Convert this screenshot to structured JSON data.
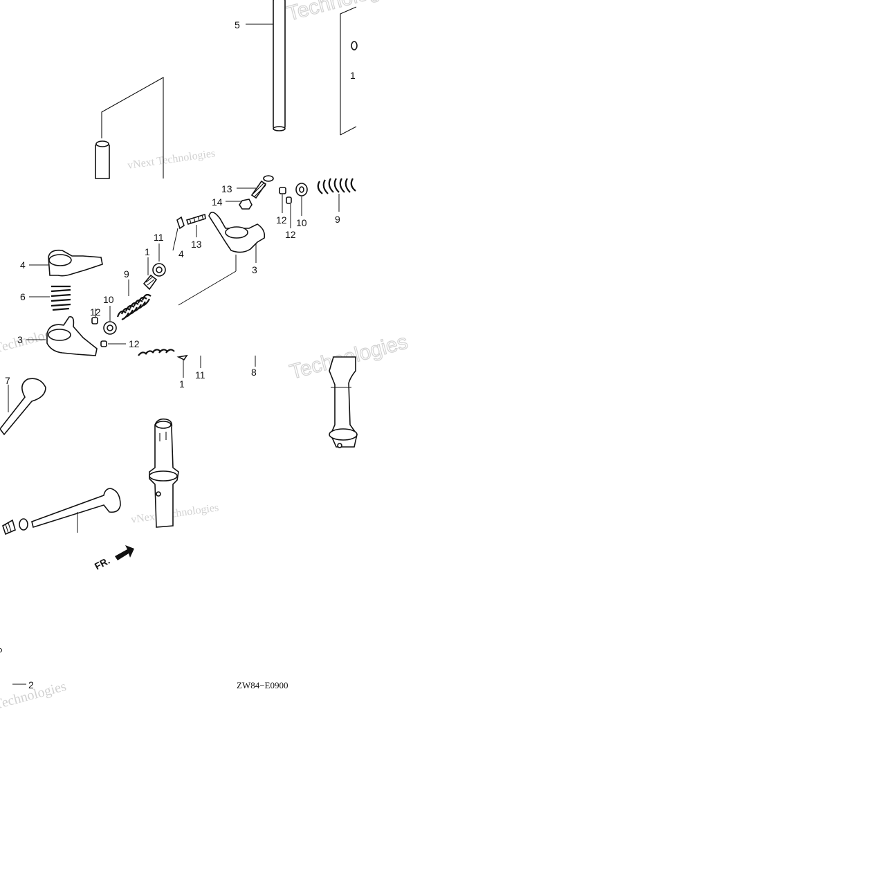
{
  "diagram": {
    "part_code": "ZW84−E0900",
    "direction_label": "FR.",
    "callouts": [
      "1",
      "2",
      "3",
      "4",
      "5",
      "6",
      "7",
      "8",
      "9",
      "10",
      "11",
      "12",
      "13",
      "14"
    ],
    "watermarks": [
      "vNext Technologies",
      "Technologies"
    ]
  },
  "colors": {
    "ink": "#111111",
    "watermark": "#9a9a9a",
    "background": "#ffffff"
  }
}
